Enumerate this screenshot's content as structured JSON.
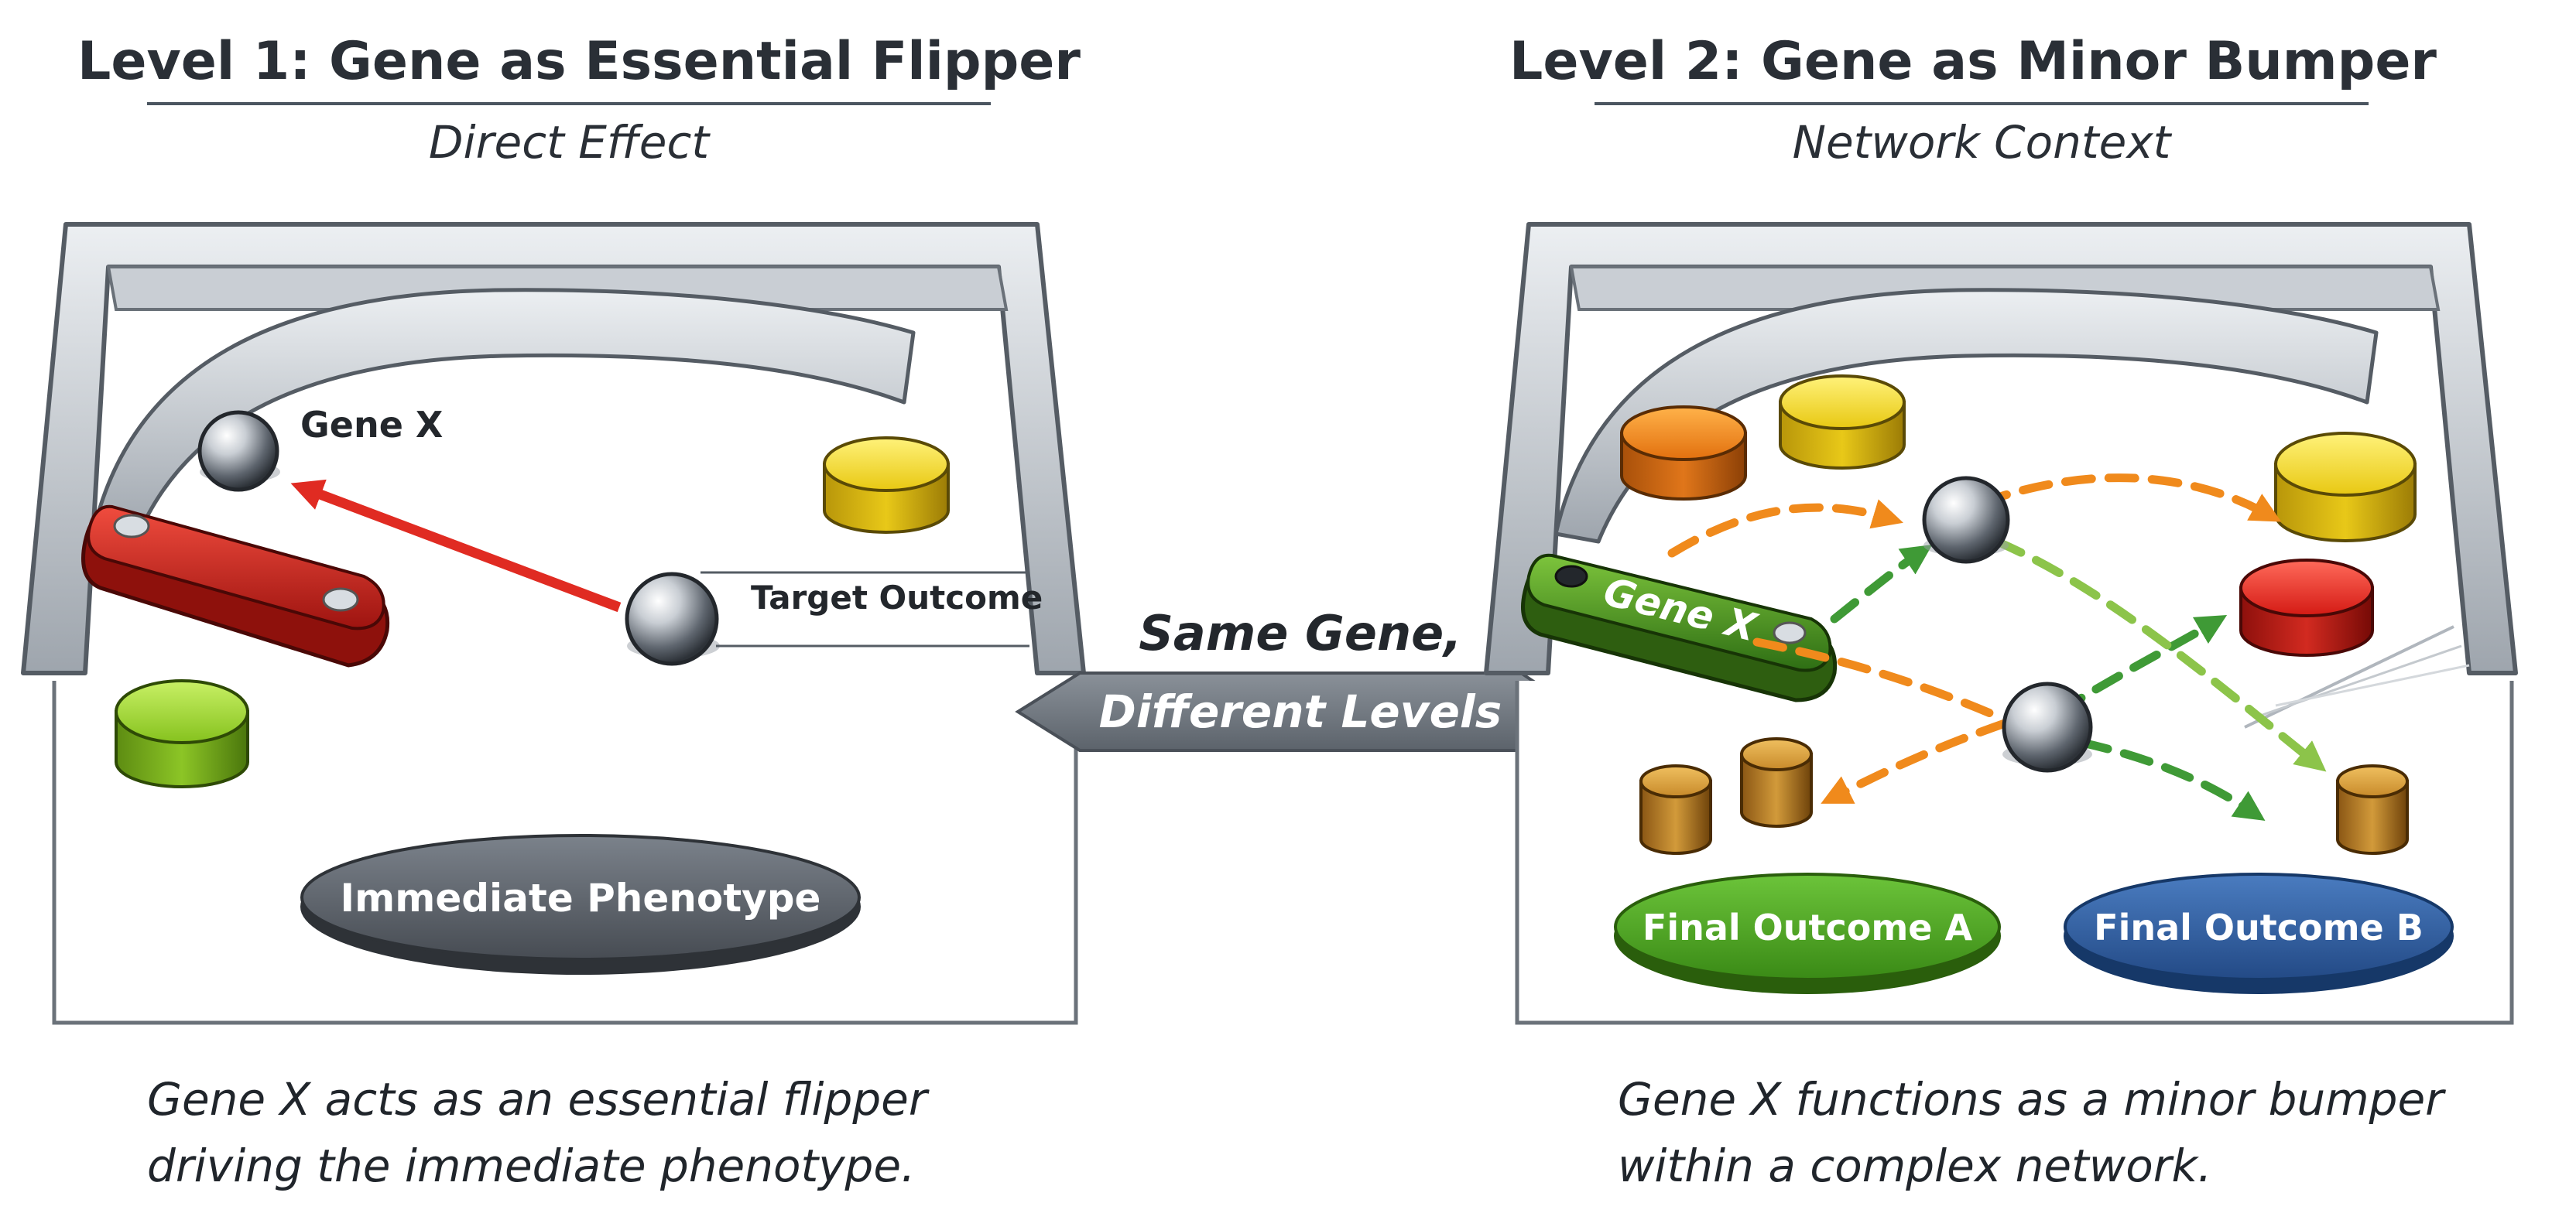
{
  "left_panel": {
    "title": "Level 1: Gene as Essential Flipper",
    "subtitle": "Direct Effect",
    "gene_label": "Gene X",
    "target_label": "Target Outcome",
    "phenotype_label": "Immediate Phenotype",
    "caption_line1": "Gene X acts as an essential flipper",
    "caption_line2": "driving the immediate phenotype."
  },
  "right_panel": {
    "title": "Level 2: Gene as Minor Bumper",
    "subtitle": "Network Context",
    "flipper_label": "Gene X",
    "outcome_a_label": "Final Outcome A",
    "outcome_b_label": "Final Outcome B",
    "caption_line1": "Gene X functions as a minor bumper",
    "caption_line2": "within a complex network."
  },
  "center": {
    "line1": "Same Gene,",
    "line2": "Different Levels"
  },
  "colors": {
    "red_flipper": "#d9241f",
    "green_flipper": "#4f9a22",
    "arrow_red": "#e02b22",
    "arrow_orange": "#f08a1c",
    "arrow_green": "#3f9a36",
    "outcome_a": "#4caa24",
    "outcome_b": "#2f5fa0",
    "phenotype": "#5a6069",
    "frame": "#9aa1a9"
  }
}
